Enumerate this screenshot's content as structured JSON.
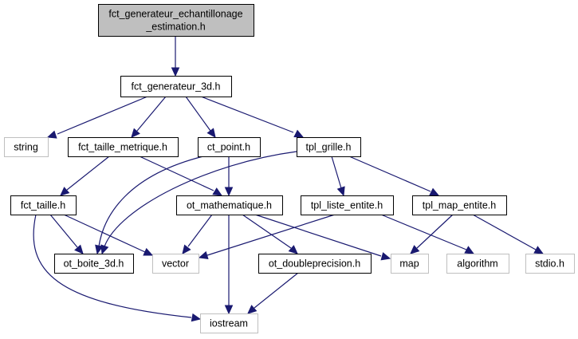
{
  "diagram": {
    "type": "include-dependency-graph",
    "colors": {
      "edge": "#191970",
      "root_fill": "#bfbfbf",
      "root_stroke": "#000000",
      "node_fill": "#ffffff",
      "node_stroke": "#000000",
      "external_stroke": "#bfbfbf"
    },
    "nodes": [
      {
        "id": "root",
        "lines": [
          "fct_generateur_echantillonage",
          "_estimation.h"
        ],
        "kind": "root"
      },
      {
        "id": "gen3d",
        "lines": [
          "fct_generateur_3d.h"
        ],
        "kind": "internal"
      },
      {
        "id": "string",
        "lines": [
          "string"
        ],
        "kind": "external"
      },
      {
        "id": "taille_metrique",
        "lines": [
          "fct_taille_metrique.h"
        ],
        "kind": "internal"
      },
      {
        "id": "ct_point",
        "lines": [
          "ct_point.h"
        ],
        "kind": "internal"
      },
      {
        "id": "tpl_grille",
        "lines": [
          "tpl_grille.h"
        ],
        "kind": "internal"
      },
      {
        "id": "fct_taille",
        "lines": [
          "fct_taille.h"
        ],
        "kind": "internal"
      },
      {
        "id": "ot_math",
        "lines": [
          "ot_mathematique.h"
        ],
        "kind": "internal"
      },
      {
        "id": "tpl_liste",
        "lines": [
          "tpl_liste_entite.h"
        ],
        "kind": "internal"
      },
      {
        "id": "tpl_map",
        "lines": [
          "tpl_map_entite.h"
        ],
        "kind": "internal"
      },
      {
        "id": "ot_boite",
        "lines": [
          "ot_boite_3d.h"
        ],
        "kind": "internal"
      },
      {
        "id": "vector",
        "lines": [
          "vector"
        ],
        "kind": "external"
      },
      {
        "id": "ot_double",
        "lines": [
          "ot_doubleprecision.h"
        ],
        "kind": "internal"
      },
      {
        "id": "map",
        "lines": [
          "map"
        ],
        "kind": "external"
      },
      {
        "id": "algorithm",
        "lines": [
          "algorithm"
        ],
        "kind": "external"
      },
      {
        "id": "stdio",
        "lines": [
          "stdio.h"
        ],
        "kind": "external"
      },
      {
        "id": "iostream",
        "lines": [
          "iostream"
        ],
        "kind": "external"
      }
    ],
    "edges": [
      {
        "from": "root",
        "to": "gen3d"
      },
      {
        "from": "gen3d",
        "to": "string"
      },
      {
        "from": "gen3d",
        "to": "taille_metrique"
      },
      {
        "from": "gen3d",
        "to": "ct_point"
      },
      {
        "from": "gen3d",
        "to": "tpl_grille"
      },
      {
        "from": "taille_metrique",
        "to": "fct_taille"
      },
      {
        "from": "taille_metrique",
        "to": "ot_math"
      },
      {
        "from": "ct_point",
        "to": "ot_math"
      },
      {
        "from": "ct_point",
        "to": "ot_boite"
      },
      {
        "from": "tpl_grille",
        "to": "ot_boite"
      },
      {
        "from": "tpl_grille",
        "to": "tpl_liste"
      },
      {
        "from": "tpl_grille",
        "to": "tpl_map"
      },
      {
        "from": "fct_taille",
        "to": "ot_boite"
      },
      {
        "from": "fct_taille",
        "to": "vector"
      },
      {
        "from": "fct_taille",
        "to": "iostream"
      },
      {
        "from": "ot_math",
        "to": "vector"
      },
      {
        "from": "ot_math",
        "to": "iostream"
      },
      {
        "from": "ot_math",
        "to": "ot_double"
      },
      {
        "from": "ot_math",
        "to": "map"
      },
      {
        "from": "tpl_liste",
        "to": "vector"
      },
      {
        "from": "tpl_liste",
        "to": "algorithm"
      },
      {
        "from": "tpl_map",
        "to": "map"
      },
      {
        "from": "tpl_map",
        "to": "stdio"
      },
      {
        "from": "ot_double",
        "to": "iostream"
      }
    ]
  }
}
